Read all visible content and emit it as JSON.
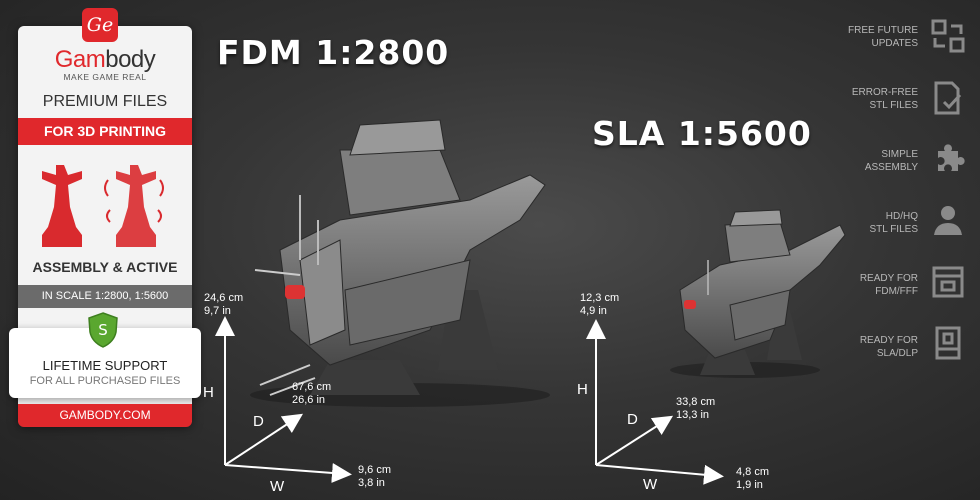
{
  "brand": {
    "badge": "Ge",
    "name_red": "Gam",
    "name_dark": "body",
    "tagline": "MAKE GAME REAL"
  },
  "card": {
    "premium": "PREMIUM FILES",
    "printing": "FOR 3D PRINTING",
    "assembly": "ASSEMBLY & ACTIVE",
    "scale": "IN SCALE 1:2800, 1:5600",
    "shield_letter": "S",
    "support_title": "LIFETIME SUPPORT",
    "support_sub": "FOR ALL PURCHASED FILES",
    "site": "GAMBODY.COM"
  },
  "titles": {
    "fdm": "FDM 1:2800",
    "sla": "SLA 1:5600"
  },
  "fdm_dims": {
    "h_cm": "24,6 cm",
    "h_in": "9,7 in",
    "d_cm": "67,6 cm",
    "d_in": "26,6 in",
    "w_cm": "9,6 cm",
    "w_in": "3,8 in",
    "h": "H",
    "d": "D",
    "w": "W"
  },
  "sla_dims": {
    "h_cm": "12,3 cm",
    "h_in": "4,9 in",
    "d_cm": "33,8 cm",
    "d_in": "13,3 in",
    "w_cm": "4,8 cm",
    "w_in": "1,9 in",
    "h": "H",
    "d": "D",
    "w": "W"
  },
  "features": [
    {
      "line1": "FREE FUTURE",
      "line2": "UPDATES",
      "icon": "refresh-icon"
    },
    {
      "line1": "ERROR-FREE",
      "line2": "STL FILES",
      "icon": "file-check-icon"
    },
    {
      "line1": "SIMPLE",
      "line2": "ASSEMBLY",
      "icon": "puzzle-icon"
    },
    {
      "line1": "HD/HQ",
      "line2": "STL FILES",
      "icon": "user-icon"
    },
    {
      "line1": "READY FOR",
      "line2": "FDM/FFF",
      "icon": "fdm-printer-icon"
    },
    {
      "line1": "READY FOR",
      "line2": "SLA/DLP",
      "icon": "sla-printer-icon"
    }
  ],
  "colors": {
    "accent": "#e0282c",
    "background": "#353535",
    "card": "#f3f3f3",
    "feature_text": "#b8b8b8"
  }
}
